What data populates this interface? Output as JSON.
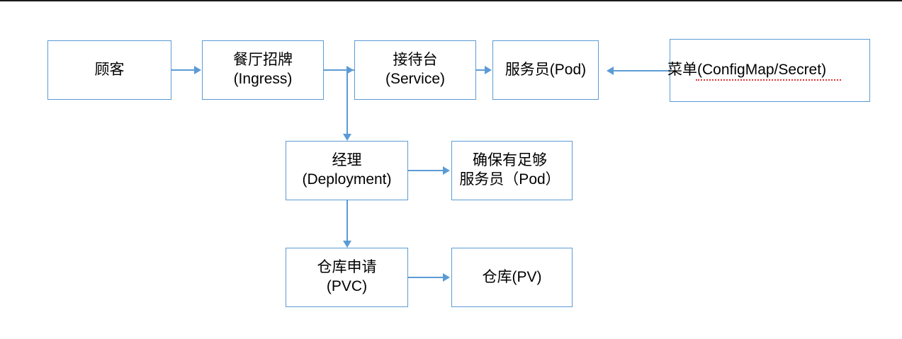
{
  "diagram": {
    "type": "flowchart",
    "theme": {
      "box_border_color": "#5B9BD5",
      "connector_color": "#5B9BD5",
      "text_color": "#000000",
      "background_color": "#FFFFFF",
      "spellcheck_underline_color": "#E03131"
    },
    "nodes": [
      {
        "id": "customer",
        "label": "顾客",
        "row": 1
      },
      {
        "id": "ingress",
        "label": "餐厅招牌\n(Ingress)",
        "row": 1
      },
      {
        "id": "service",
        "label": "接待台\n(Service)",
        "row": 1
      },
      {
        "id": "pod",
        "label": "服务员(Pod)",
        "row": 1
      },
      {
        "id": "configmap",
        "label": "菜单(ConfigMap/Secret)",
        "row": 1,
        "spellchecked": "ConfigMap/Secret"
      },
      {
        "id": "deployment",
        "label": "经理\n(Deployment)",
        "row": 2
      },
      {
        "id": "ensure_pods",
        "label": "确保有足够\n服务员（Pod）",
        "row": 2
      },
      {
        "id": "pvc",
        "label": "仓库申请\n(PVC)",
        "row": 3
      },
      {
        "id": "pv",
        "label": "仓库(PV)",
        "row": 3
      }
    ],
    "edges": [
      {
        "from": "customer",
        "to": "ingress",
        "direction": "right"
      },
      {
        "from": "ingress",
        "to": "service",
        "direction": "right"
      },
      {
        "from": "service",
        "to": "pod",
        "direction": "right"
      },
      {
        "from": "configmap",
        "to": "pod",
        "direction": "left"
      },
      {
        "from": "ingress",
        "to": "deployment",
        "direction": "down"
      },
      {
        "from": "deployment",
        "to": "ensure_pods",
        "direction": "right"
      },
      {
        "from": "deployment",
        "to": "pvc",
        "direction": "down"
      },
      {
        "from": "pvc",
        "to": "pv",
        "direction": "right"
      }
    ]
  }
}
